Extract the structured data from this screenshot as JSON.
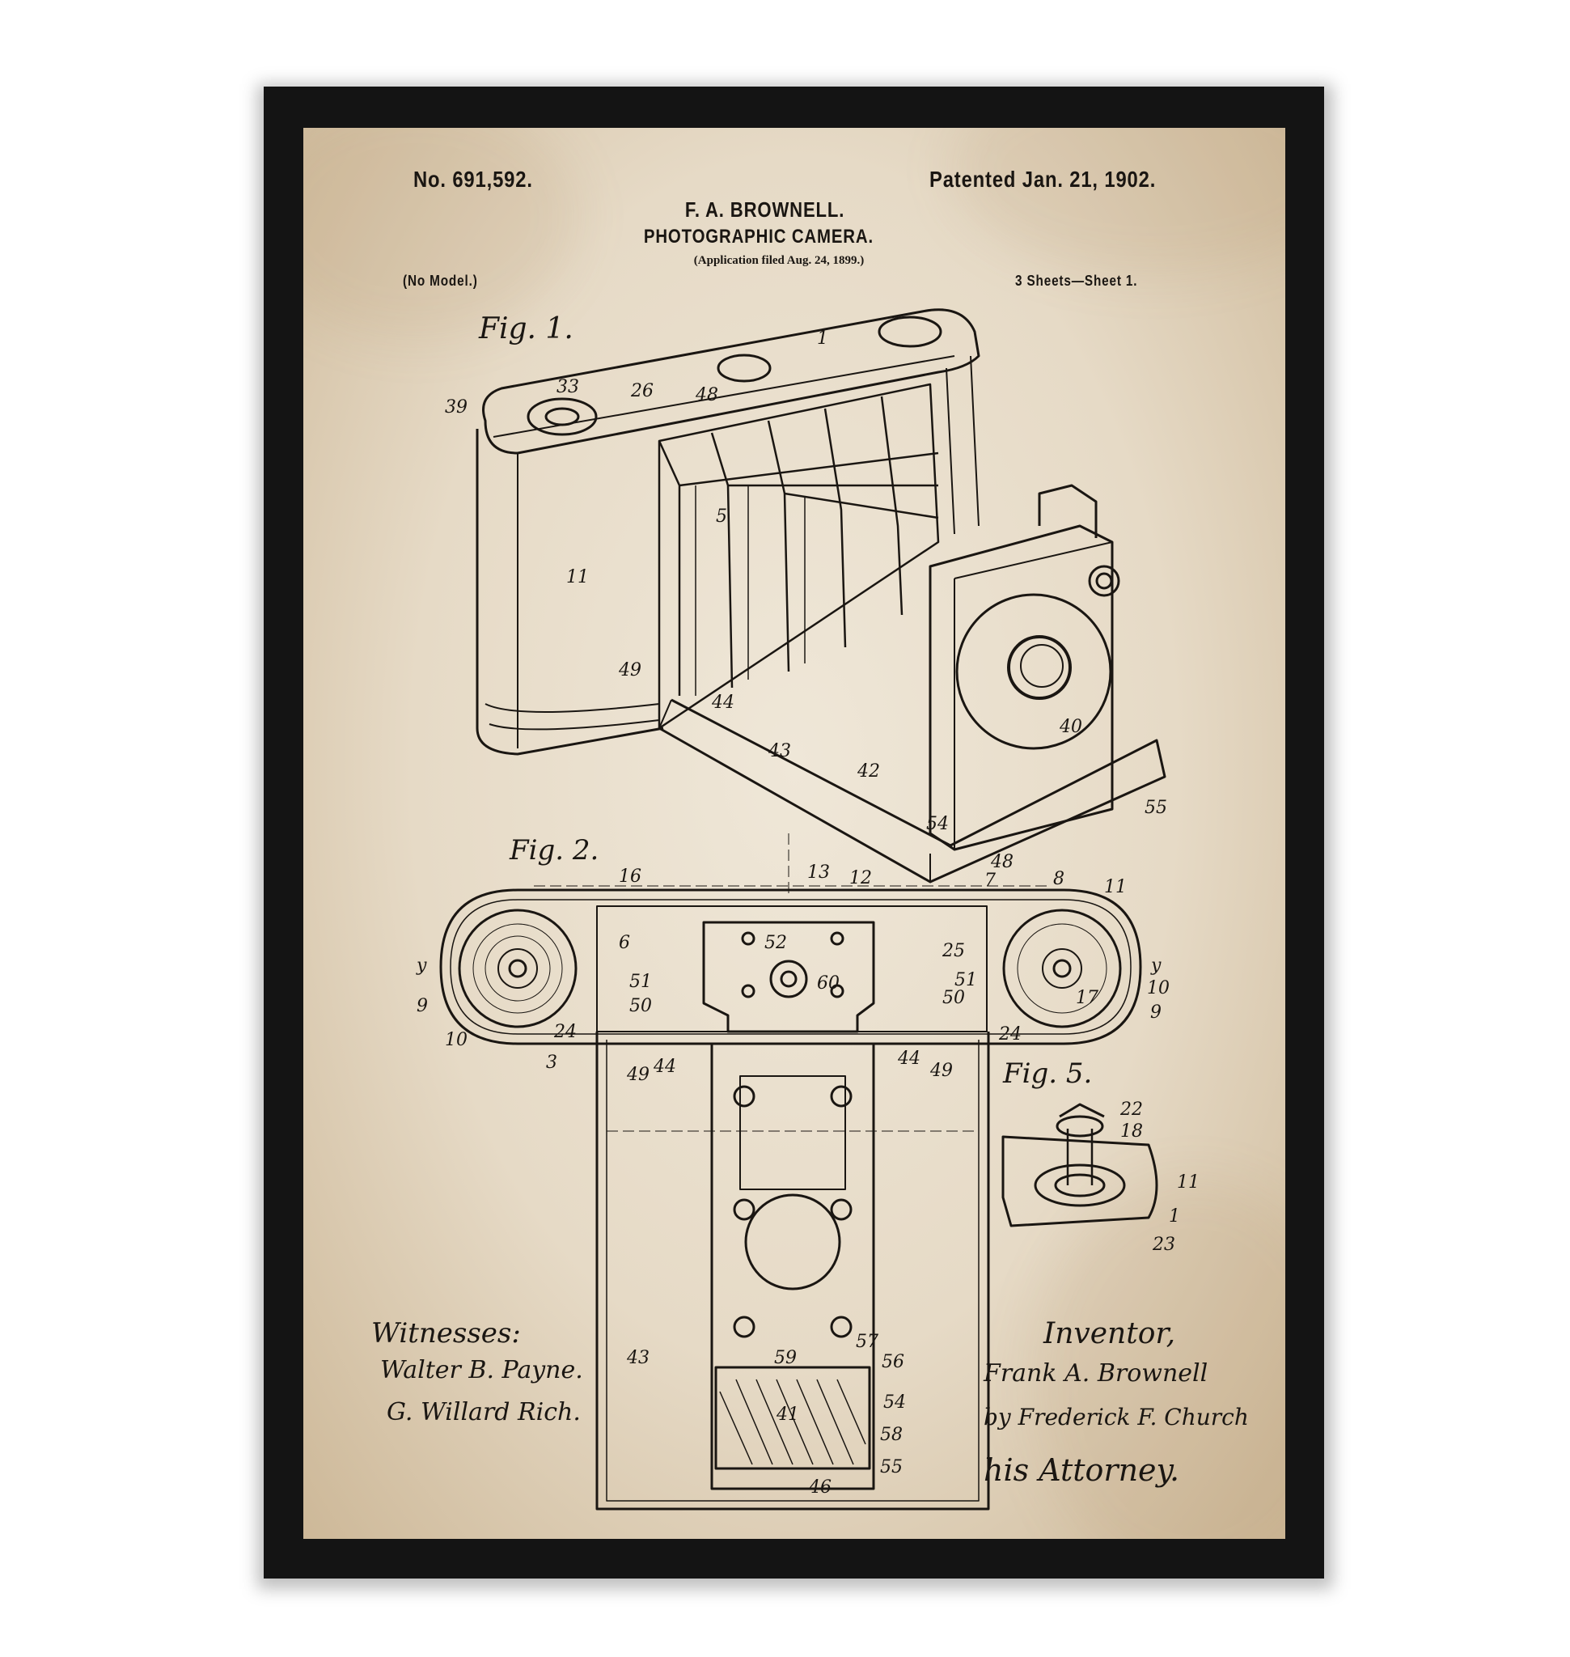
{
  "header": {
    "patent_number": "No. 691,592.",
    "patent_date": "Patented Jan. 21, 1902.",
    "inventor_name": "F. A. BROWNELL.",
    "title": "PHOTOGRAPHIC CAMERA.",
    "application": "(Application filed Aug. 24, 1899.)",
    "model": "(No Model.)",
    "sheets": "3 Sheets—Sheet 1."
  },
  "figures": {
    "fig1": "Fig. 1.",
    "fig2": "Fig. 2.",
    "fig5": "Fig. 5."
  },
  "numerals": {
    "fig1": [
      "1",
      "33",
      "26",
      "39",
      "48",
      "5",
      "11",
      "49",
      "44",
      "43",
      "42",
      "40",
      "55",
      "54",
      "48"
    ],
    "fig2": [
      "16",
      "13",
      "12",
      "7",
      "8",
      "11",
      "6",
      "52",
      "25",
      "60",
      "y",
      "y",
      "9",
      "51",
      "50",
      "10",
      "24",
      "3",
      "49",
      "44",
      "44",
      "49",
      "51",
      "50",
      "17",
      "10",
      "9",
      "24"
    ],
    "fig5": [
      "22",
      "18",
      "11",
      "1",
      "23"
    ],
    "bottom": [
      "43",
      "59",
      "57",
      "56",
      "54",
      "41",
      "58",
      "55",
      "46"
    ]
  },
  "signatures": {
    "witnesses_label": "Witnesses:",
    "witness_1": "Walter B. Payne.",
    "witness_2": "G. Willard Rich.",
    "inventor_label": "Inventor,",
    "inventor_signature": "Frank A. Brownell",
    "attorney_by": "by Frederick F. Church",
    "attorney_label": "his Attorney."
  },
  "colors": {
    "frame": "#141414",
    "paper": "#e9dfcd",
    "ink": "#1a1612"
  }
}
